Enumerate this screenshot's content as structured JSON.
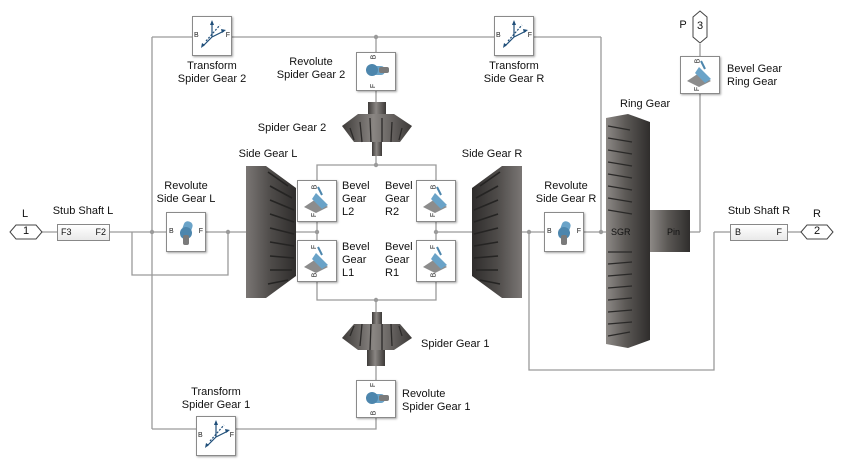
{
  "ports": {
    "L": {
      "name": "L",
      "number": "1"
    },
    "R": {
      "name": "R",
      "number": "2"
    },
    "P": {
      "name": "P",
      "number": "3"
    }
  },
  "shafts": {
    "left": {
      "title": "Stub Shaft L",
      "port_a": "F3",
      "port_b": "F2"
    },
    "right": {
      "title": "Stub Shaft R",
      "port_a": "B",
      "port_b": "F"
    }
  },
  "transforms": {
    "spider2": {
      "line1": "Transform",
      "line2": "Spider Gear 2"
    },
    "sideR": {
      "line1": "Transform",
      "line2": "Side Gear R"
    },
    "spider1": {
      "line1": "Transform",
      "line2": "Spider Gear 1"
    }
  },
  "revolutes": {
    "spider2": {
      "line1": "Revolute",
      "line2": "Spider Gear 2"
    },
    "sideL": {
      "line1": "Revolute",
      "line2": "Side Gear L"
    },
    "sideR": {
      "line1": "Revolute",
      "line2": "Side Gear R"
    },
    "spider1": {
      "line1": "Revolute",
      "line2": "Spider Gear 1"
    }
  },
  "bevel_blocks": {
    "L2": {
      "line1": "Bevel",
      "line2": "Gear",
      "line3": "L2"
    },
    "R2": {
      "line1": "Bevel",
      "line2": "Gear",
      "line3": "R2"
    },
    "L1": {
      "line1": "Bevel",
      "line2": "Gear",
      "line3": "L1"
    },
    "R1": {
      "line1": "Bevel",
      "line2": "Gear",
      "line3": "R1"
    },
    "ring": {
      "line1": "Bevel Gear",
      "line2": "Ring Gear"
    }
  },
  "gear_labels": {
    "spider2": "Spider Gear 2",
    "spider1": "Spider Gear 1",
    "sideL": "Side Gear L",
    "sideR": "Side Gear R",
    "ring": "Ring Gear"
  },
  "ring_ports": {
    "left": "SGR",
    "right": "Pin"
  },
  "port_letters": {
    "B": "B",
    "F": "F"
  },
  "colors": {
    "wire": "#9a9a9a",
    "gear": "#5e5a57",
    "joint": "#6aa3c8",
    "frame_arrow": "#1f4e79"
  }
}
